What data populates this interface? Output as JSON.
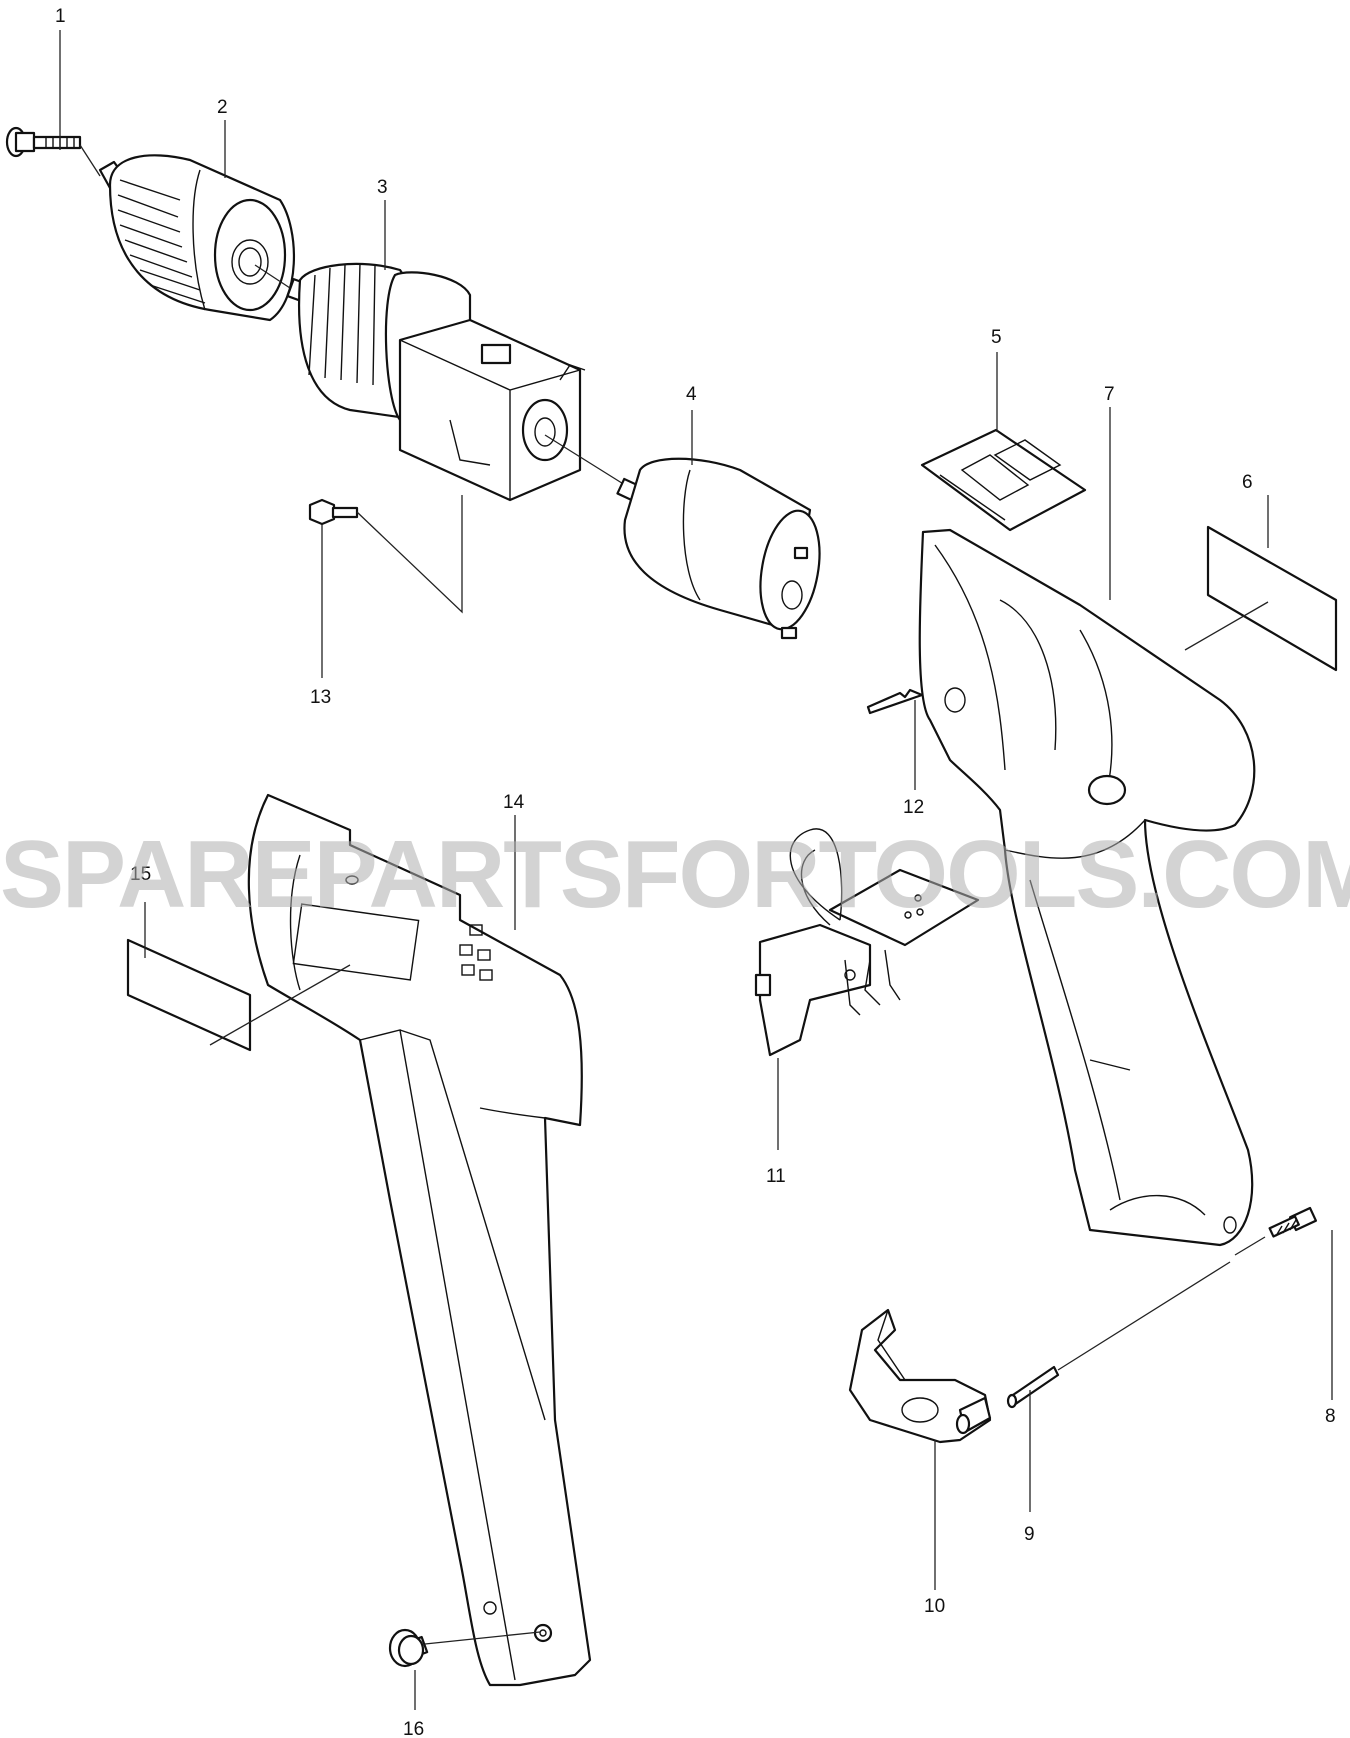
{
  "diagram": {
    "type": "exploded-parts-diagram",
    "watermark": "SPAREPARTSFORTOOLS.COM.AU",
    "callouts": [
      {
        "id": "1",
        "label": "1",
        "part": "screw"
      },
      {
        "id": "2",
        "label": "2",
        "part": "drill-chuck"
      },
      {
        "id": "3",
        "label": "3",
        "part": "gear-assembly"
      },
      {
        "id": "4",
        "label": "4",
        "part": "dc-motor"
      },
      {
        "id": "5",
        "label": "5",
        "part": "switch-button"
      },
      {
        "id": "6",
        "label": "6",
        "part": "label-plate"
      },
      {
        "id": "7",
        "label": "7",
        "part": "housing-set-right"
      },
      {
        "id": "8",
        "label": "8",
        "part": "tapping-screw"
      },
      {
        "id": "9",
        "label": "9",
        "part": "pin"
      },
      {
        "id": "10",
        "label": "10",
        "part": "terminal"
      },
      {
        "id": "11",
        "label": "11",
        "part": "switch"
      },
      {
        "id": "12",
        "label": "12",
        "part": "terminal-clip"
      },
      {
        "id": "13",
        "label": "13",
        "part": "screw"
      },
      {
        "id": "14",
        "label": "14",
        "part": "housing-left"
      },
      {
        "id": "15",
        "label": "15",
        "part": "name-plate"
      },
      {
        "id": "16",
        "label": "16",
        "part": "cap"
      }
    ]
  }
}
